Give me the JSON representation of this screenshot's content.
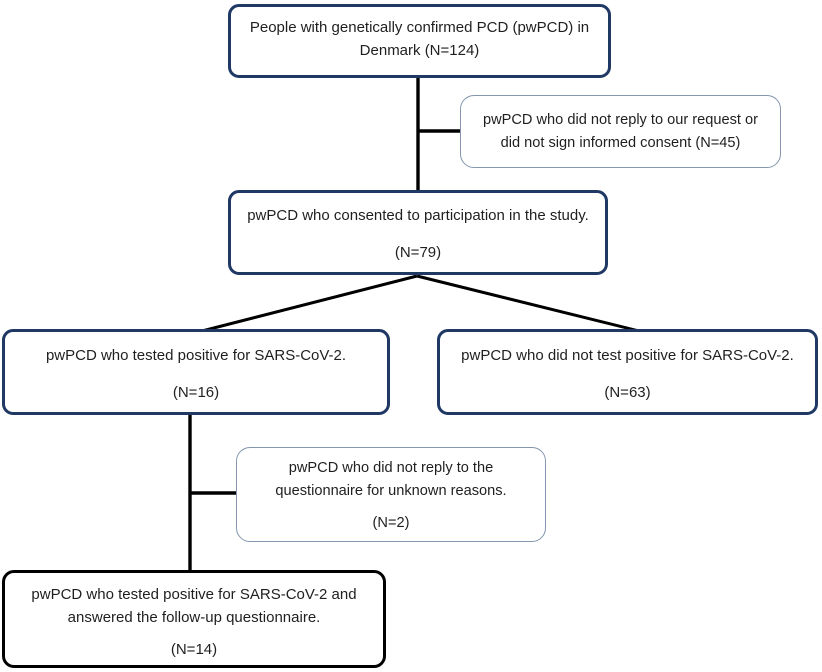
{
  "colors": {
    "primary_border": "#1f3864",
    "secondary_border": "#8496b0",
    "final_border": "#000000",
    "connector": "#000000",
    "text": "#1f1f1f",
    "background": "#ffffff"
  },
  "boxes": {
    "population": {
      "lines": [
        "People with genetically confirmed PCD (pwPCD) in",
        "Denmark (N=124)"
      ]
    },
    "no_consent": {
      "lines": [
        "pwPCD who did not reply to our request or",
        "did not sign informed consent (N=45)"
      ]
    },
    "consented": {
      "lines": [
        "pwPCD who consented to participation in the study."
      ],
      "n": "(N=79)"
    },
    "tested_positive": {
      "lines": [
        "pwPCD who tested positive for SARS-CoV-2."
      ],
      "n": "(N=16)"
    },
    "not_positive": {
      "lines": [
        "pwPCD who did not test positive for SARS-CoV-2."
      ],
      "n": "(N=63)"
    },
    "no_questionnaire_reply": {
      "lines": [
        "pwPCD who did not reply to the",
        "questionnaire for unknown reasons."
      ],
      "n": "(N=2)"
    },
    "answered_followup": {
      "lines": [
        "pwPCD who tested positive for SARS-CoV-2 and",
        "answered the follow-up questionnaire."
      ],
      "n": "(N=14)"
    }
  }
}
